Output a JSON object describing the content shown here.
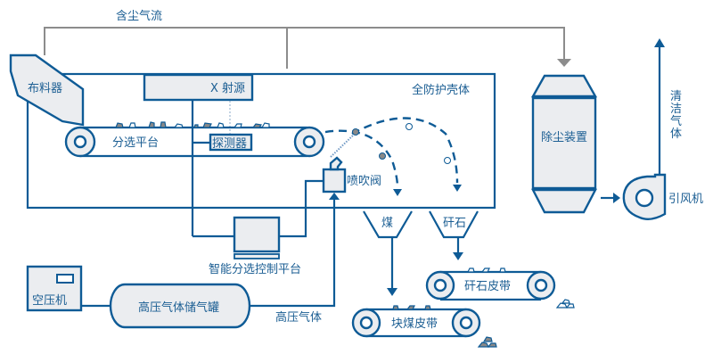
{
  "title": "X射线煤矸分选系统流程图",
  "colors": {
    "primary": "#0e5b96",
    "fill": "#ebedf0",
    "pipe": "#8c8c8c"
  },
  "labels": {
    "dusty_airflow": "含尘气流",
    "feeder": "布料器",
    "xray_source": "X 射源",
    "enclosure": "全防护壳体",
    "sorting_platform": "分选平台",
    "detector": "探测器",
    "air_valve": "喷吹阀",
    "coal": "煤",
    "gangue": "矸石",
    "dust_collector": "除尘装置",
    "clean_gas": "清洁气体",
    "fan": "引风机",
    "control_platform": "智能分选控制平台",
    "compressor": "空压机",
    "air_tank": "高压气体储气罐",
    "high_pressure_gas": "高压气体",
    "gangue_belt": "矸石皮带",
    "coal_belt": "块煤皮带"
  },
  "clean_gas_chars": [
    "清",
    "洁",
    "气",
    "体"
  ]
}
